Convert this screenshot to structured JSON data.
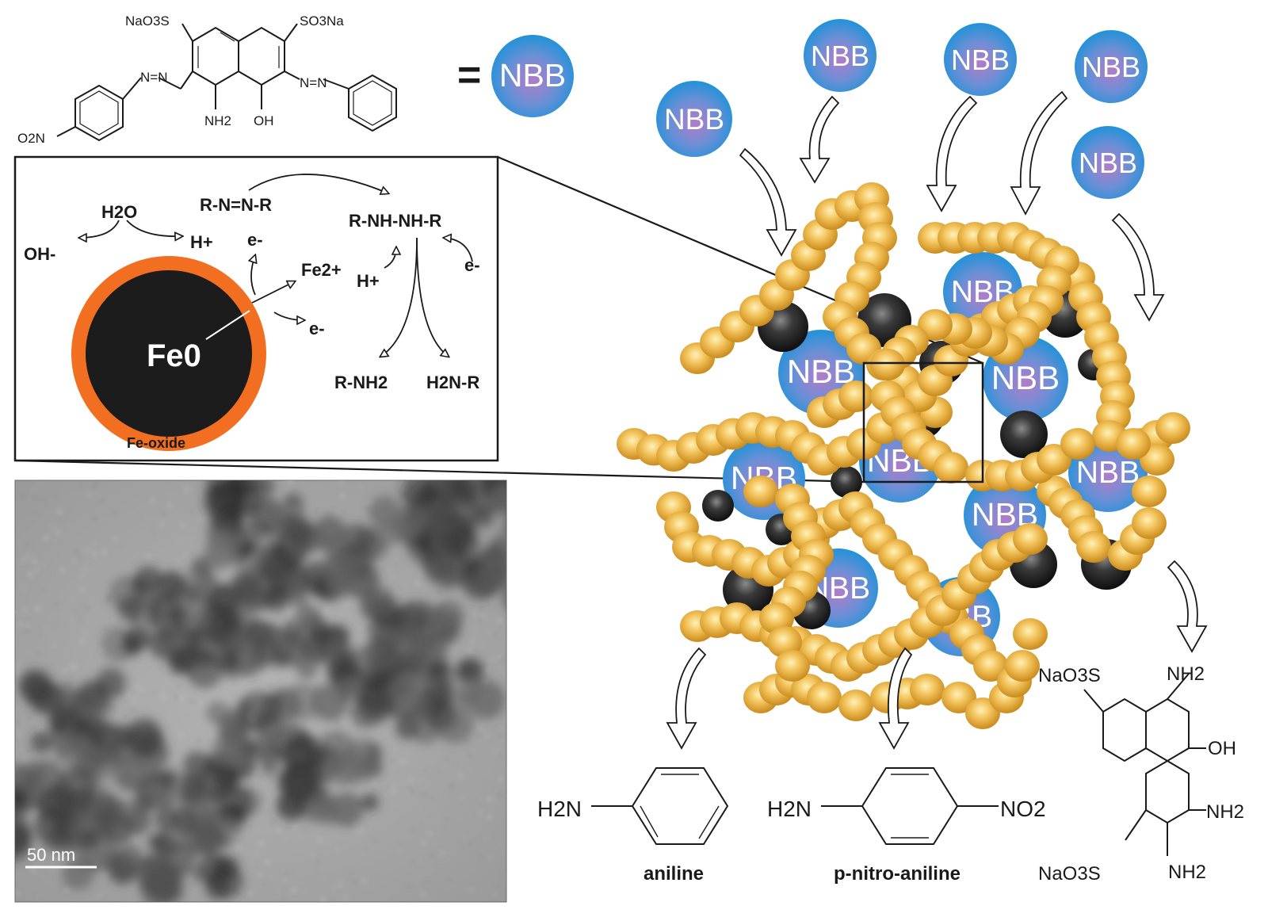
{
  "dye_label": "NBB",
  "equals_sign": "=",
  "dye_structure": {
    "substituent_top_left": "NaO3S",
    "substituent_top_right": "SO3Na",
    "substituent_nitro": "O2N",
    "substituent_amine": "NH2",
    "substituent_hydroxyl": "OH",
    "azo_left": "N=N",
    "azo_right": "N=N"
  },
  "inset": {
    "water": "H2O",
    "hydroxide": "OH-",
    "proton_1": "H+",
    "proton_2": "H+",
    "electron_1": "e-",
    "electron_2": "e-",
    "electron_3": "e-",
    "ferrous": "Fe2+",
    "azo_compound": "R-N=N-R",
    "hydrazo_compound": "R-NH-NH-R",
    "amine_left": "R-NH2",
    "amine_right": "H2N-R",
    "iron_core": "Fe0",
    "oxide_shell": "Fe-oxide"
  },
  "tem": {
    "scale_bar": "50 nm"
  },
  "products": {
    "aniline_label": "aniline",
    "aniline_group": "H2N",
    "pna_label": "p-nitro-aniline",
    "pna_amine": "H2N",
    "pna_nitro": "NO2",
    "naph_so3_top": "NaO3S",
    "naph_so3_bottom": "NaO3S",
    "naph_nh2_top": "NH2",
    "naph_oh": "OH",
    "naph_nh2_mid": "NH2",
    "naph_nh2_bottom": "NH2"
  },
  "colors": {
    "nbb_blue": "#2a8fd0",
    "nbb_violet": "#9a6fc0",
    "bead_gold": "#e0a53a",
    "iron_dark": "#2a2a2a",
    "oxide_orange": "#f26f21"
  }
}
